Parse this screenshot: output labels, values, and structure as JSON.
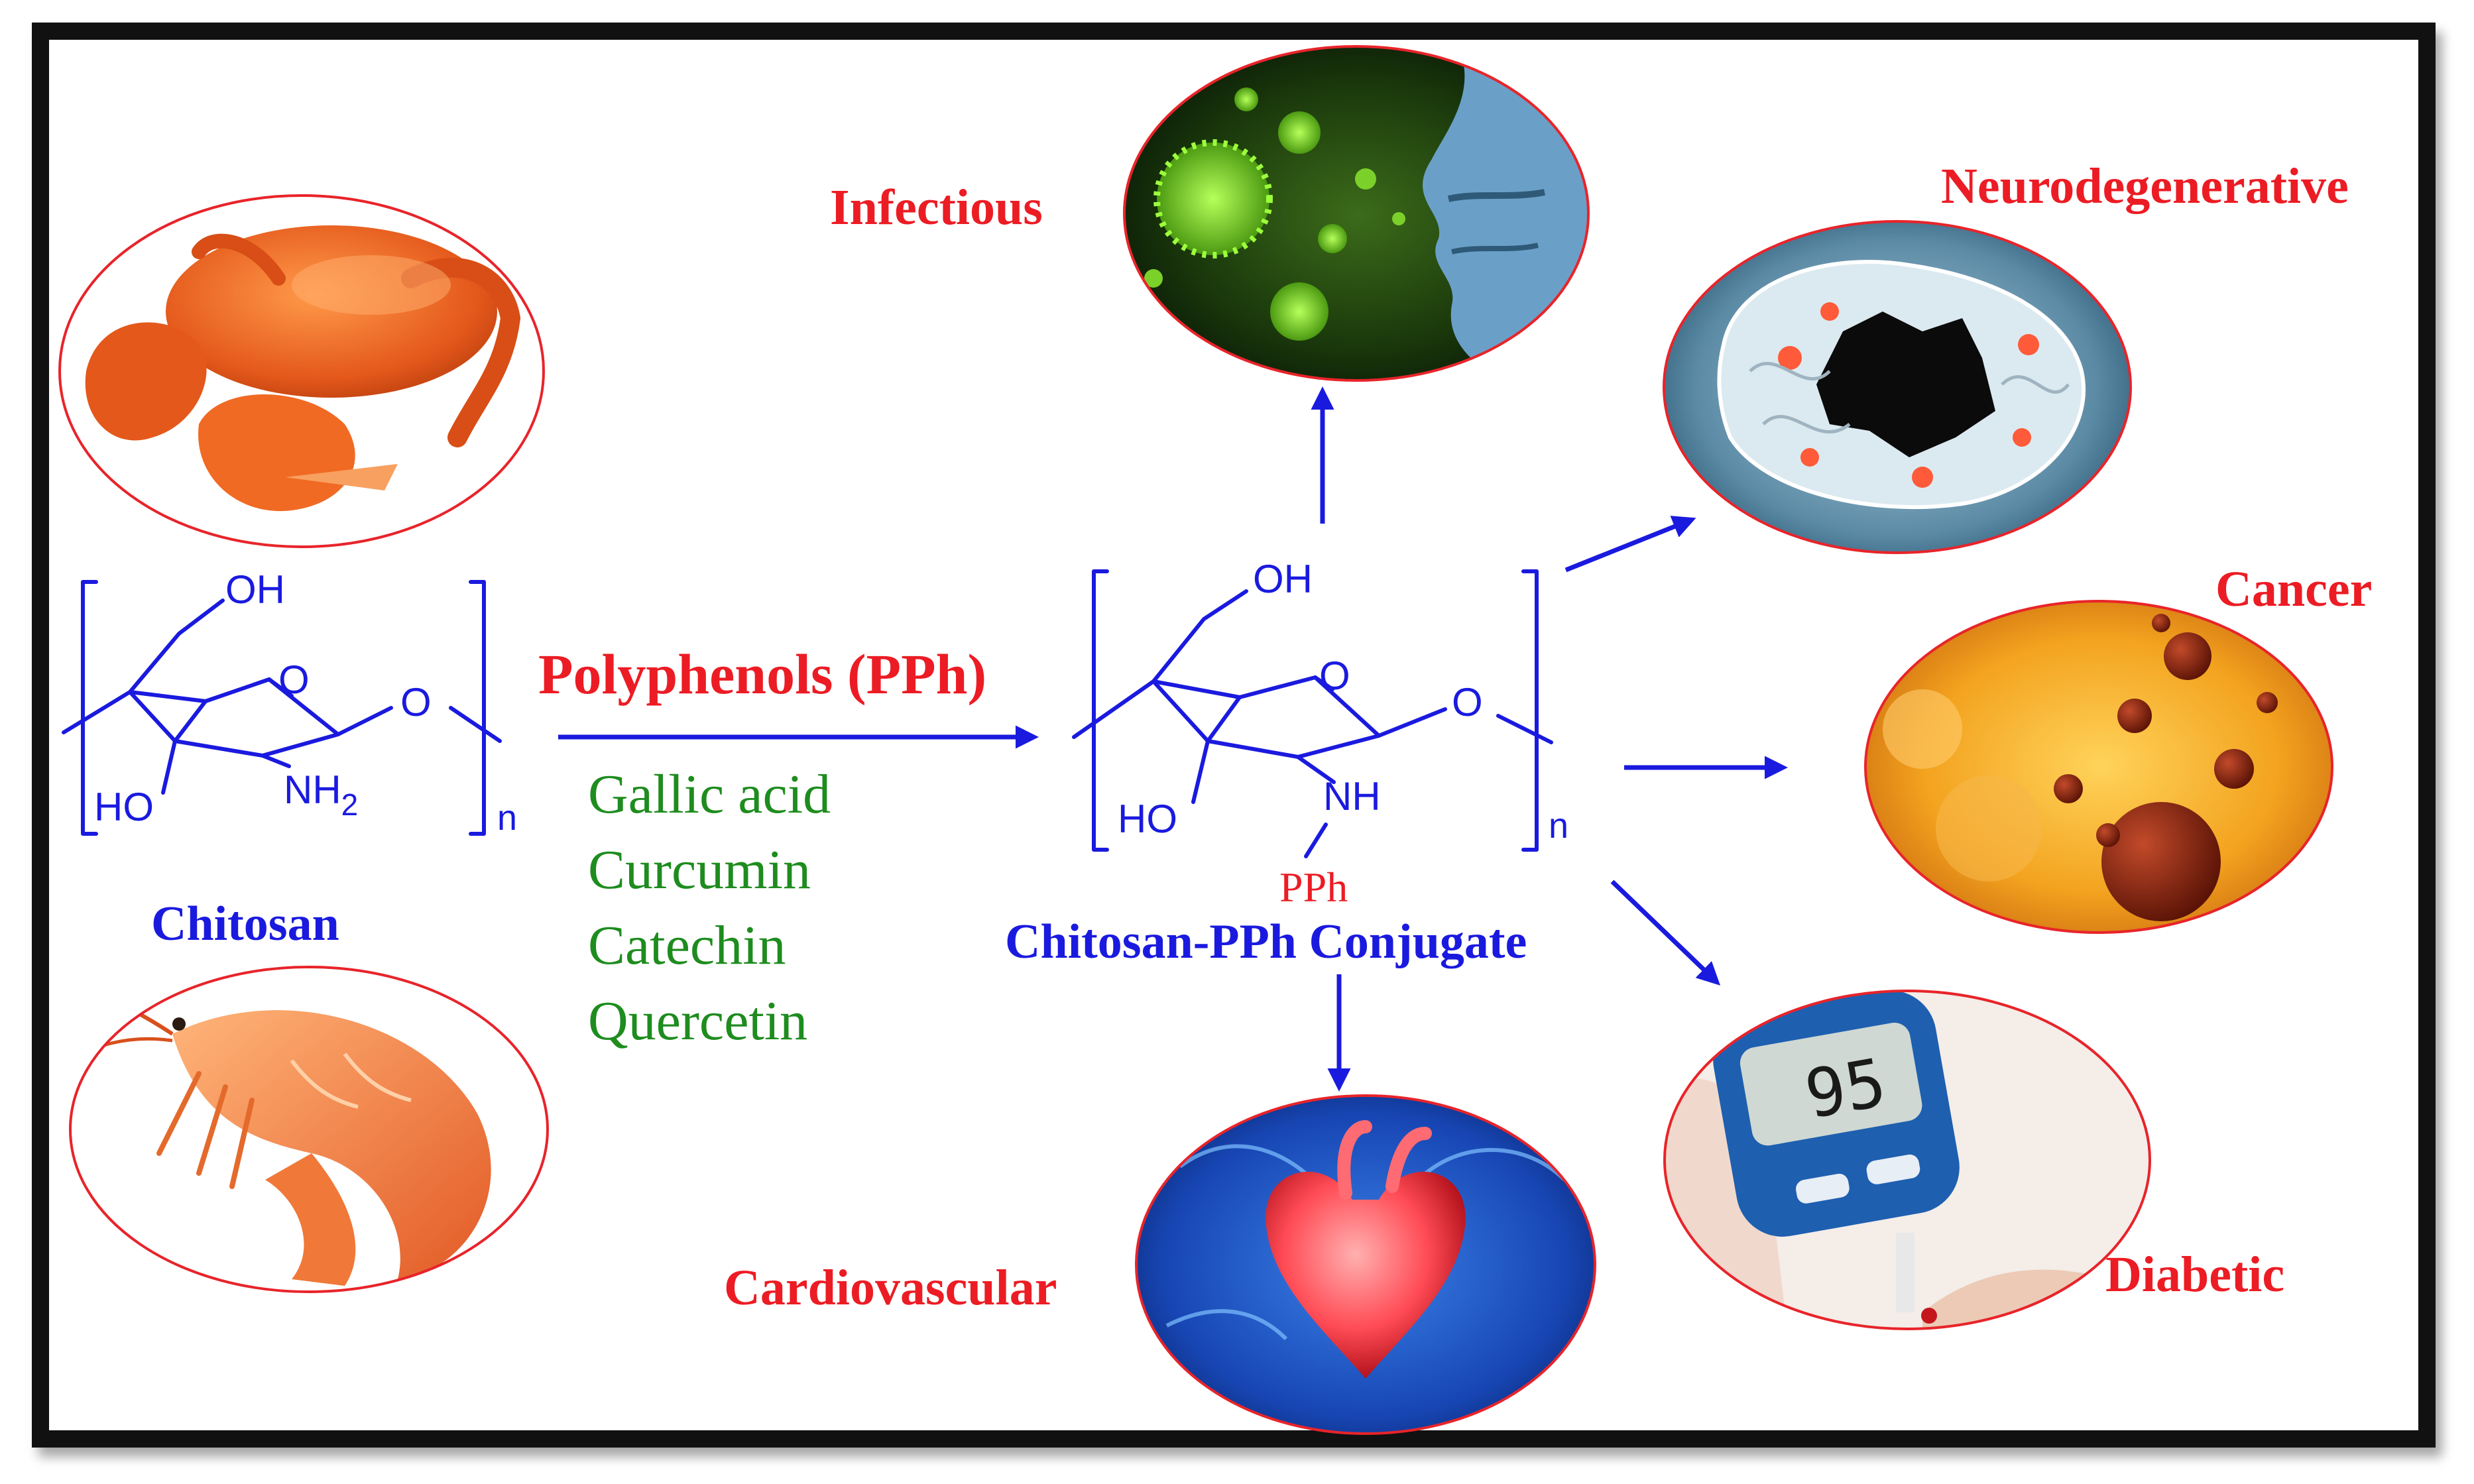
{
  "frame": {
    "border_color": "#111111",
    "background": "#ffffff"
  },
  "colors": {
    "red": "#ec1c24",
    "blue": "#1a1adf",
    "green": "#1e8c1e"
  },
  "source": {
    "name": "Chitosan",
    "structure_labels": {
      "oh": "OH",
      "o_ring": "O",
      "o_link": "O",
      "ho": "HO",
      "nh2": "NH",
      "nh2_sub": "2",
      "n": "n"
    },
    "images": [
      "crab",
      "shrimp"
    ]
  },
  "reaction": {
    "reagent_title": "Polyphenols (PPh)",
    "examples": [
      "Gallic acid",
      "Curcumin",
      "Catechin",
      "Quercetin"
    ]
  },
  "product": {
    "name": "Chitosan-PPh Conjugate",
    "structure_labels": {
      "oh": "OH",
      "o_ring": "O",
      "o_link": "O",
      "ho": "HO",
      "nh": "NH",
      "pph": "PPh",
      "n": "n"
    }
  },
  "applications": {
    "infectious": "Infectious",
    "neurodegenerative": "Neurodegenerative",
    "cancer": "Cancer",
    "diabetic": "Diabetic",
    "cardiovascular": "Cardiovascular"
  },
  "glucometer_reading": "95"
}
